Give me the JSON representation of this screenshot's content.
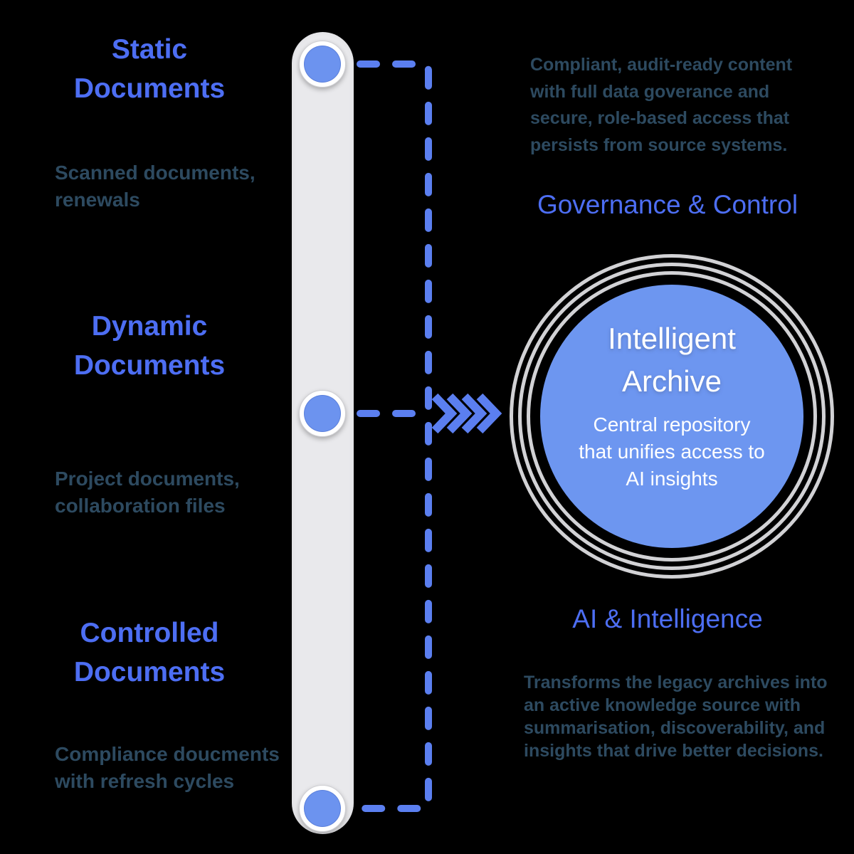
{
  "colors": {
    "background": "#000000",
    "heading-blue": "#4D6EF3",
    "body-dark": "#2D4A60",
    "line-blue": "#5B7FF0",
    "node-blue": "#6C93EF",
    "circle-blue": "#6D96F0",
    "bar-gray": "#E9E9EC",
    "ring-gray": "#D2D2D5"
  },
  "timeline": {
    "items": [
      {
        "title": "Static\nDocuments",
        "description": "Scanned documents,\nrenewals"
      },
      {
        "title": "Dynamic\nDocuments",
        "description": "Project documents,\ncollaboration files"
      },
      {
        "title": "Controlled\nDocuments",
        "description": "Compliance doucments\nwith refresh cycles"
      }
    ]
  },
  "governance": {
    "paragraph": "Compliant, audit-ready content\nwith full data goverance and\nsecure, role-based access that\npersists from source systems.",
    "heading": "Governance & Control"
  },
  "ai": {
    "heading": "AI & Intelligence",
    "paragraph": "Transforms the legacy archives into\nan active knowledge source with\nsummarisation, discoverability, and\ninsights that drive better decisions."
  },
  "archive": {
    "title": "Intelligent\nArchive",
    "subtitle": "Central repository\nthat unifies access to\nAI insights"
  }
}
